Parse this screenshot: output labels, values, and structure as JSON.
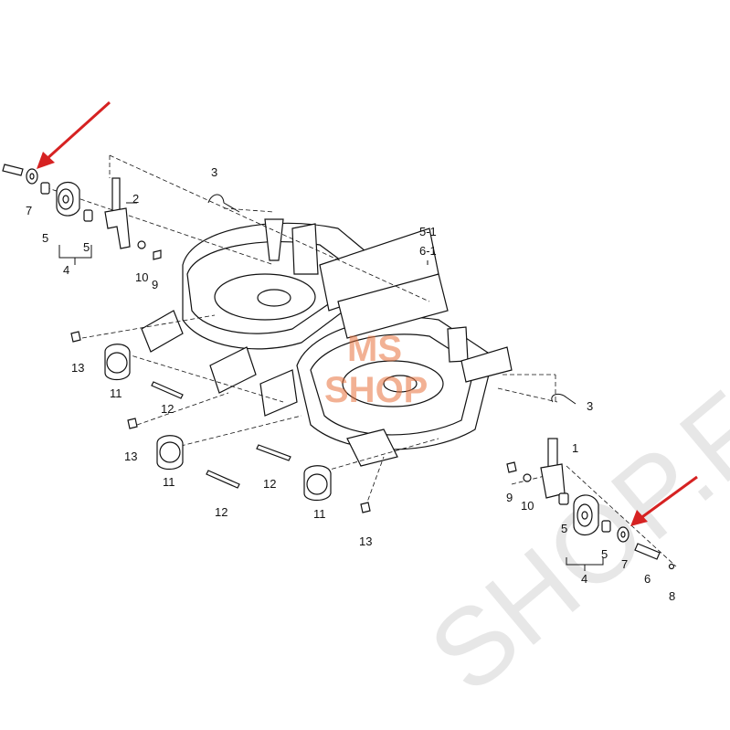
{
  "diagram": {
    "callouts": [
      {
        "id": "left-7",
        "text": "7"
      },
      {
        "id": "left-5a",
        "text": "5"
      },
      {
        "id": "left-5b",
        "text": "5"
      },
      {
        "id": "left-4",
        "text": "4"
      },
      {
        "id": "left-2",
        "text": "2"
      },
      {
        "id": "left-3",
        "text": "3"
      },
      {
        "id": "left-10",
        "text": "10"
      },
      {
        "id": "left-9",
        "text": "9"
      },
      {
        "id": "deck-5-1",
        "text": "5-1"
      },
      {
        "id": "deck-6-1",
        "text": "6-1"
      },
      {
        "id": "left-13a",
        "text": "13"
      },
      {
        "id": "left-11a",
        "text": "11"
      },
      {
        "id": "left-12a",
        "text": "12"
      },
      {
        "id": "left-13b",
        "text": "13"
      },
      {
        "id": "left-11b",
        "text": "11"
      },
      {
        "id": "left-12b",
        "text": "12"
      },
      {
        "id": "mid-12",
        "text": "12"
      },
      {
        "id": "mid-11",
        "text": "11"
      },
      {
        "id": "mid-13",
        "text": "13"
      },
      {
        "id": "right-3",
        "text": "3"
      },
      {
        "id": "right-1",
        "text": "1"
      },
      {
        "id": "right-9",
        "text": "9"
      },
      {
        "id": "right-10",
        "text": "10"
      },
      {
        "id": "right-5a",
        "text": "5"
      },
      {
        "id": "right-5b",
        "text": "5"
      },
      {
        "id": "right-4",
        "text": "4"
      },
      {
        "id": "right-7",
        "text": "7"
      },
      {
        "id": "right-6",
        "text": "6"
      },
      {
        "id": "right-8",
        "text": "8"
      }
    ],
    "watermark": {
      "logo_line1": "MS",
      "logo_line2": "SHOP",
      "big_text": "SHOP.FR"
    },
    "colors": {
      "arrow": "#d62222",
      "logo": "#e8733d",
      "watermark": "#bdbdbd",
      "linework": "#111111"
    }
  }
}
